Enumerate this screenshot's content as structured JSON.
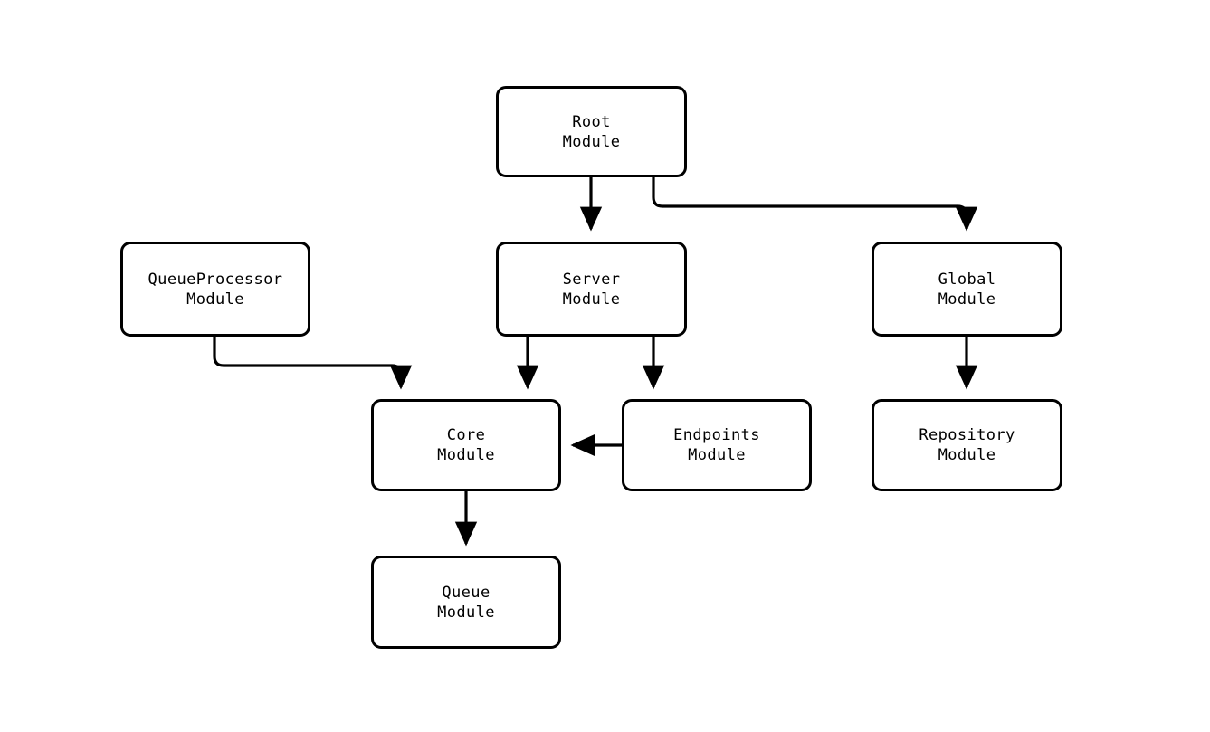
{
  "diagram": {
    "type": "module-dependency-graph",
    "background_color": "#ffffff",
    "stroke_color": "#000000",
    "nodes": [
      {
        "id": "root",
        "line1": "Root",
        "line2": "Module"
      },
      {
        "id": "queueproc",
        "line1": "QueueProcessor",
        "line2": "Module"
      },
      {
        "id": "server",
        "line1": "Server",
        "line2": "Module"
      },
      {
        "id": "global",
        "line1": "Global",
        "line2": "Module"
      },
      {
        "id": "core",
        "line1": "Core",
        "line2": "Module"
      },
      {
        "id": "endpoints",
        "line1": "Endpoints",
        "line2": "Module"
      },
      {
        "id": "repository",
        "line1": "Repository",
        "line2": "Module"
      },
      {
        "id": "queue",
        "line1": "Queue",
        "line2": "Module"
      }
    ],
    "edges": [
      {
        "id": "root-server",
        "from": "root",
        "to": "server",
        "style": "straight-down"
      },
      {
        "id": "root-global",
        "from": "root",
        "to": "global",
        "style": "elbow-right-down"
      },
      {
        "id": "server-core",
        "from": "server",
        "to": "core",
        "style": "straight-down"
      },
      {
        "id": "server-endpoints",
        "from": "server",
        "to": "endpoints",
        "style": "straight-down"
      },
      {
        "id": "queueproc-core",
        "from": "queueproc",
        "to": "core",
        "style": "elbow-right-down"
      },
      {
        "id": "endpoints-core",
        "from": "endpoints",
        "to": "core",
        "style": "straight-left"
      },
      {
        "id": "global-repository",
        "from": "global",
        "to": "repository",
        "style": "straight-down"
      },
      {
        "id": "core-queue",
        "from": "core",
        "to": "queue",
        "style": "straight-down"
      }
    ]
  }
}
